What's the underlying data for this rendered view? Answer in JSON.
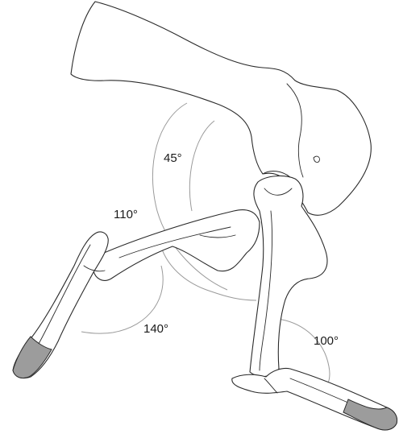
{
  "colors": {
    "bone_outline": "#2a2a2a",
    "angle_arc": "#9a9a9a",
    "cartilage_cap": "#9c9c9c",
    "background": "#ffffff"
  },
  "diagram": {
    "angles": [
      {
        "id": "shoulder",
        "label": "45°"
      },
      {
        "id": "elbow",
        "label": "110°"
      },
      {
        "id": "carpal",
        "label": "140°"
      },
      {
        "id": "stifle",
        "label": "100°"
      }
    ]
  }
}
